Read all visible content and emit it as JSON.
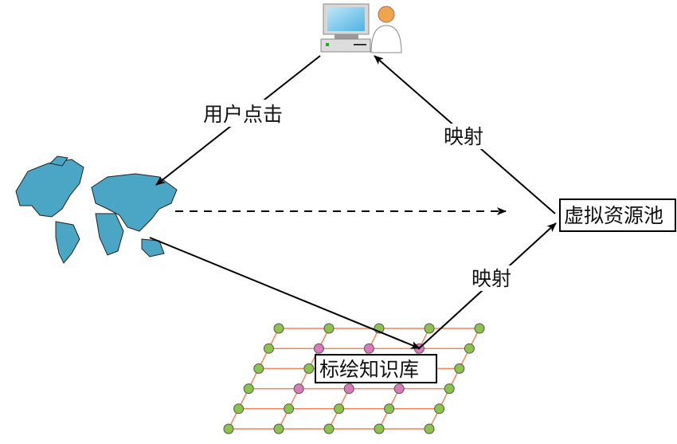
{
  "labels": {
    "user_click": "用户点击",
    "mapping_top": "映射",
    "mapping_bottom": "映射",
    "virtual_pool": "虚拟资源池",
    "knowledge_base": "标绘知识库"
  },
  "icons": [
    "computer-user-icon",
    "world-map-icon",
    "grid-network-icon"
  ],
  "colors": {
    "map": "#4aa6c4",
    "grid_line": "#f4845a",
    "node_green": "#8cc34a",
    "node_pink": "#d97bb8"
  }
}
